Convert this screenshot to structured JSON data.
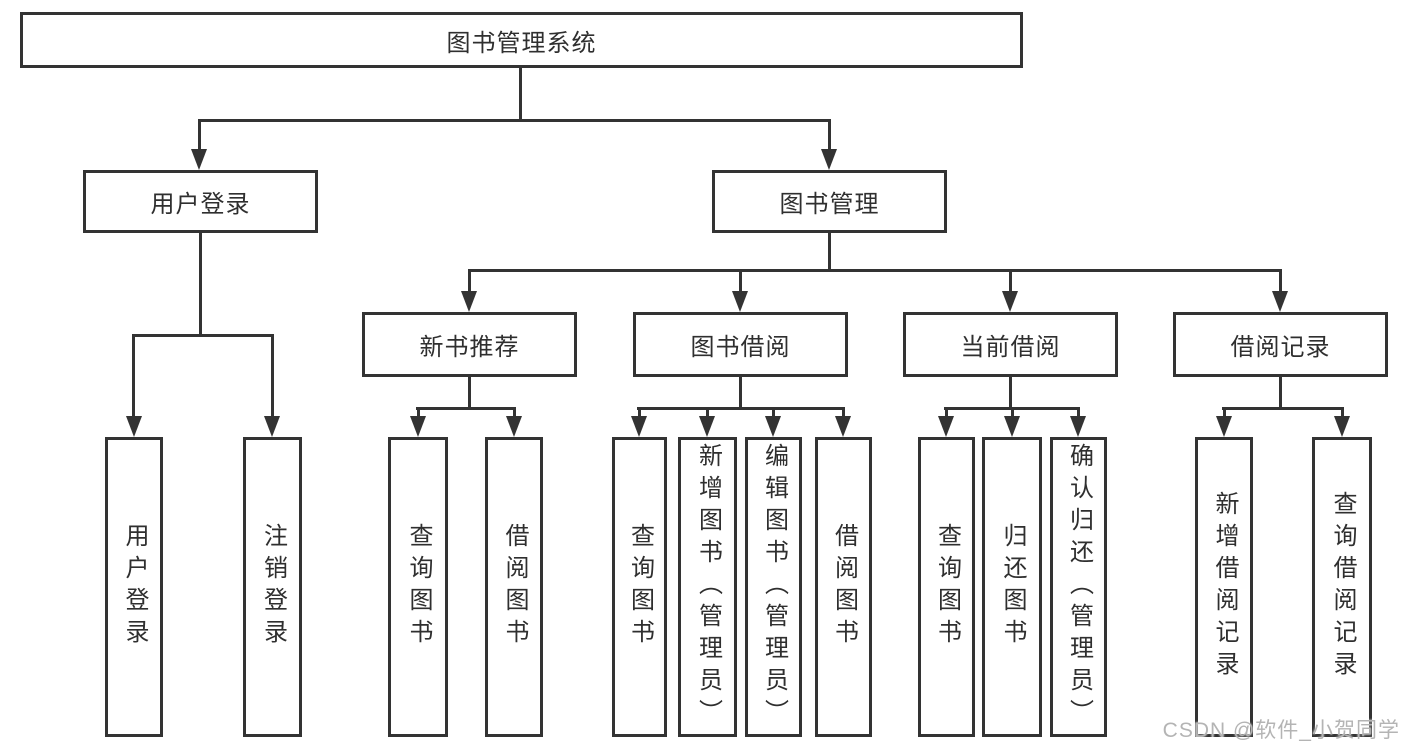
{
  "diagram": {
    "root": "图书管理系统",
    "level2": {
      "user_login": "用户登录",
      "book_mgmt": "图书管理"
    },
    "level3": {
      "new_book": "新书推荐",
      "book_borrow": "图书借阅",
      "current_borrow": "当前借阅",
      "borrow_record": "借阅记录"
    },
    "leaves": {
      "login": "用户登录",
      "logout": "注销登录",
      "nb_query": "查询图书",
      "nb_borrow": "借阅图书",
      "bb_query": "查询图书",
      "bb_add": "新增图书（管理员）",
      "bb_edit": "编辑图书（管理员）",
      "bb_borrow": "借阅图书",
      "cb_query": "查询图书",
      "cb_return": "归还图书",
      "cb_confirm": "确认归还（管理员）",
      "br_add": "新增借阅记录",
      "br_query": "查询借阅记录"
    },
    "colors": {
      "line": "#333333",
      "text": "#2f2f2f",
      "background": "#ffffff",
      "watermark": "#b4b4b4"
    }
  },
  "watermark": "CSDN @软件_小贺同学"
}
